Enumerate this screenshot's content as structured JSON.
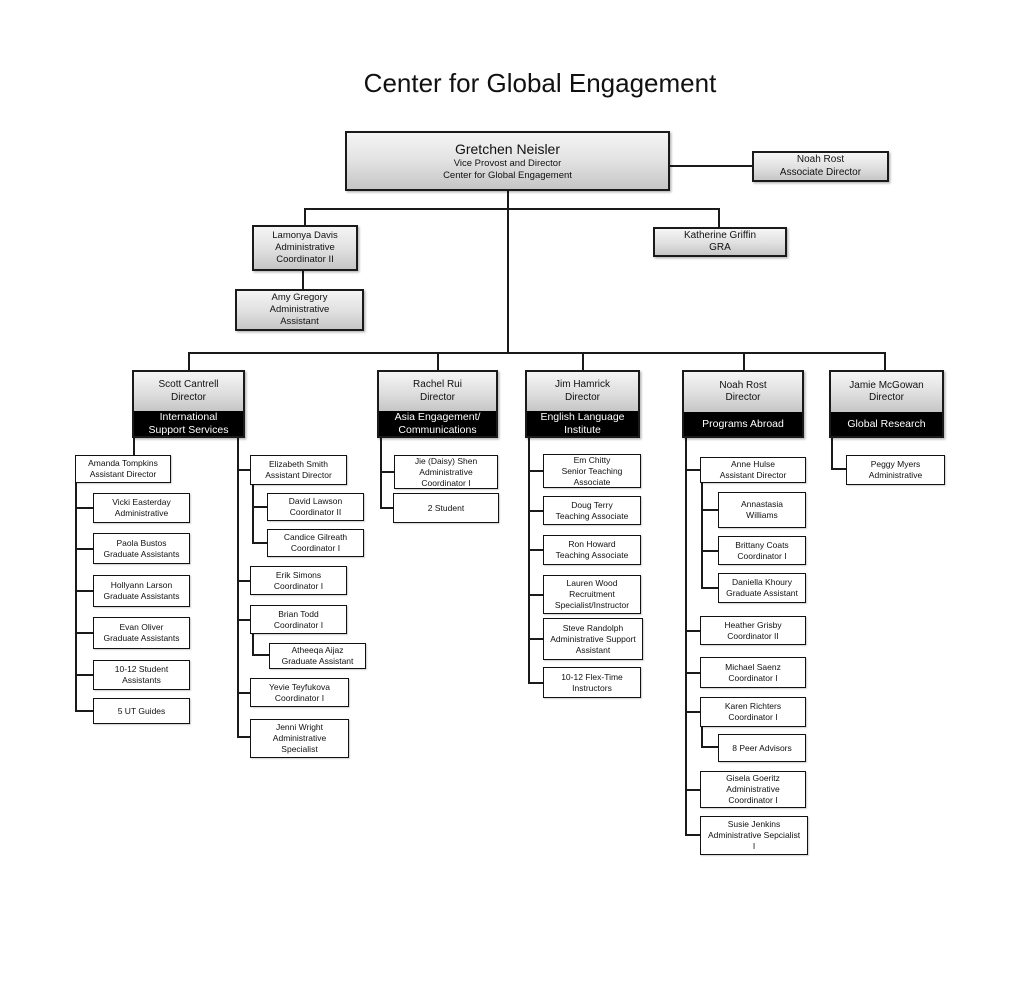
{
  "title": "Center for Global Engagement",
  "colors": {
    "background": "#ffffff",
    "connector": "#1a1a1a",
    "box_border": "#1a1a1a",
    "box_gradient_top": "#f5f5f5",
    "box_gradient_bottom": "#c6c6c6",
    "dept_label_bg": "#000000",
    "dept_label_text": "#ffffff"
  },
  "nodes": {
    "gretchen": {
      "name": "Gretchen Neisler",
      "sub": [
        "Vice Provost and Director",
        "Center for Global Engagement"
      ]
    },
    "noah_associate": [
      "Noah Rost",
      "Associate Director"
    ],
    "lamonya": [
      "Lamonya Davis",
      "Administrative",
      "Coordinator II"
    ],
    "katherine": [
      "Katherine Griffin",
      "GRA"
    ],
    "amy": [
      "Amy Gregory",
      "Administrative",
      "Assistant"
    ],
    "scott": {
      "person": [
        "Scott Cantrell",
        "Director"
      ],
      "dept": [
        "International",
        "Support Services"
      ]
    },
    "rachel": {
      "person": [
        "Rachel Rui",
        "Director"
      ],
      "dept": [
        "Asia Engagement/",
        "Communications"
      ]
    },
    "jim": {
      "person": [
        "Jim Hamrick",
        "Director"
      ],
      "dept": [
        "English Language",
        "Institute"
      ]
    },
    "noah_dept": {
      "person": [
        "Noah Rost",
        "Director"
      ],
      "dept": [
        "Programs Abroad"
      ]
    },
    "jamie": {
      "person": [
        "Jamie McGowan",
        "Director"
      ],
      "dept": [
        "Global Research"
      ]
    },
    "amanda": [
      "Amanda Tompkins",
      "Assistant Director"
    ],
    "vicki": [
      "Vicki Easterday",
      "Administrative"
    ],
    "paola": [
      "Paola Bustos",
      "Graduate Assistants"
    ],
    "hollyann": [
      "Hollyann Larson",
      "Graduate Assistants"
    ],
    "evan": [
      "Evan Oliver",
      "Graduate Assistants"
    ],
    "student_assistants": [
      "10-12 Student",
      "Assistants"
    ],
    "ut_guides": [
      "5 UT Guides"
    ],
    "elizabeth": [
      "Elizabeth Smith",
      "Assistant Director"
    ],
    "david": [
      "David Lawson",
      "Coordinator II"
    ],
    "candice": [
      "Candice Gilreath",
      "Coordinator I"
    ],
    "erik": [
      "Erik Simons",
      "Coordinator I"
    ],
    "brian": [
      "Brian Todd",
      "Coordinator I"
    ],
    "atheeqa": [
      "Atheeqa Aijaz",
      "Graduate Assistant"
    ],
    "yevie": [
      "Yevie Teyfukova",
      "Coordinator I"
    ],
    "jenni": [
      "Jenni Wright",
      "Administrative",
      "Specialist"
    ],
    "jie": [
      "Jie (Daisy) Shen",
      "Administrative",
      "Coordinator I"
    ],
    "students_2": [
      "2 Student"
    ],
    "em": [
      "Em Chitty",
      "Senior Teaching",
      "Associate"
    ],
    "doug": [
      "Doug Terry",
      "Teaching Associate"
    ],
    "ron": [
      "Ron Howard",
      "Teaching Associate"
    ],
    "lauren": [
      "Lauren Wood",
      "Recruitment",
      "Specialist/Instructor"
    ],
    "steve": [
      "Steve Randolph",
      "Administrative Support",
      "Assistant"
    ],
    "flex_instructors": [
      "10-12 Flex-Time",
      "Instructors"
    ],
    "anne": [
      "Anne Hulse",
      "Assistant Director"
    ],
    "annastasia": [
      "Annastasia",
      "Williams"
    ],
    "brittany": [
      "Brittany Coats",
      "Coordinator I"
    ],
    "daniella": [
      "Daniella Khoury",
      "Graduate Assistant"
    ],
    "heather": [
      "Heather Grisby",
      "Coordinator II"
    ],
    "michael": [
      "Michael Saenz",
      "Coordinator I"
    ],
    "karen": [
      "Karen Richters",
      "Coordinator I"
    ],
    "peer_advisors": [
      "8 Peer Advisors"
    ],
    "gisela": [
      "Gisela Goeritz",
      "Administrative",
      "Coordinator I"
    ],
    "susie": [
      "Susie Jenkins",
      "Administrative Sepcialist",
      "I"
    ],
    "peggy": [
      "Peggy Myers",
      "Administrative"
    ]
  }
}
